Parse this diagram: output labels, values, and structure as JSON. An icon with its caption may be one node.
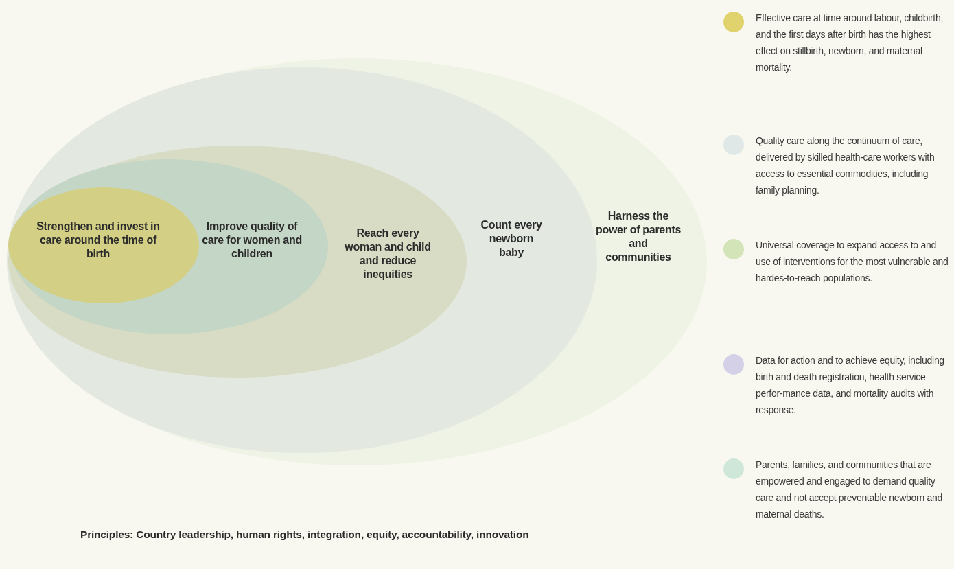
{
  "diagram": {
    "nodes": [
      {
        "text": [
          "Harness the power of parents and communities"
        ]
      },
      {
        "text": [
          "Count every newborn baby"
        ],
        "in": 0
      },
      {
        "text": [
          "Reach every woman and child and reduce inequities"
        ],
        "in": 1
      },
      {
        "text": [
          "Improve quality of care for women and children"
        ],
        "in": 2
      },
      {
        "text": [
          "Strengthen and invest in care around the time of birth"
        ],
        "in": 3
      }
    ],
    "labels": [
      "Principles: Country leadership, human rights, integration, equity, accountability, innovation"
    ],
    "legend": [
      {
        "text": "Effective care at time around labour, childbirth, and the first days after birth has the highest effect on stillbirth, newborn, and maternal mortality.",
        "color": "#e0d36d"
      },
      {
        "text": "Quality care along the continuum of care, delivered by skilled health-care workers with access to essential commodities, including family planning.",
        "color": "#dfe8e6"
      },
      {
        "text": "Universal coverage to expand access to and use of  interventions for the most vulnerable and hardes-to-reach populations.",
        "color": "#d4e4b9"
      },
      {
        "text": "Data for action and to achieve equity, including birth and  death registration, health service perfor-mance data, and mortality audits with response.",
        "color": "#d3d0e8"
      },
      {
        "text": "Parents, families, and communities that are empowered and engaged to demand quality care and not accept preventable newborn and maternal deaths.",
        "color": "#cfe7d8"
      }
    ]
  }
}
